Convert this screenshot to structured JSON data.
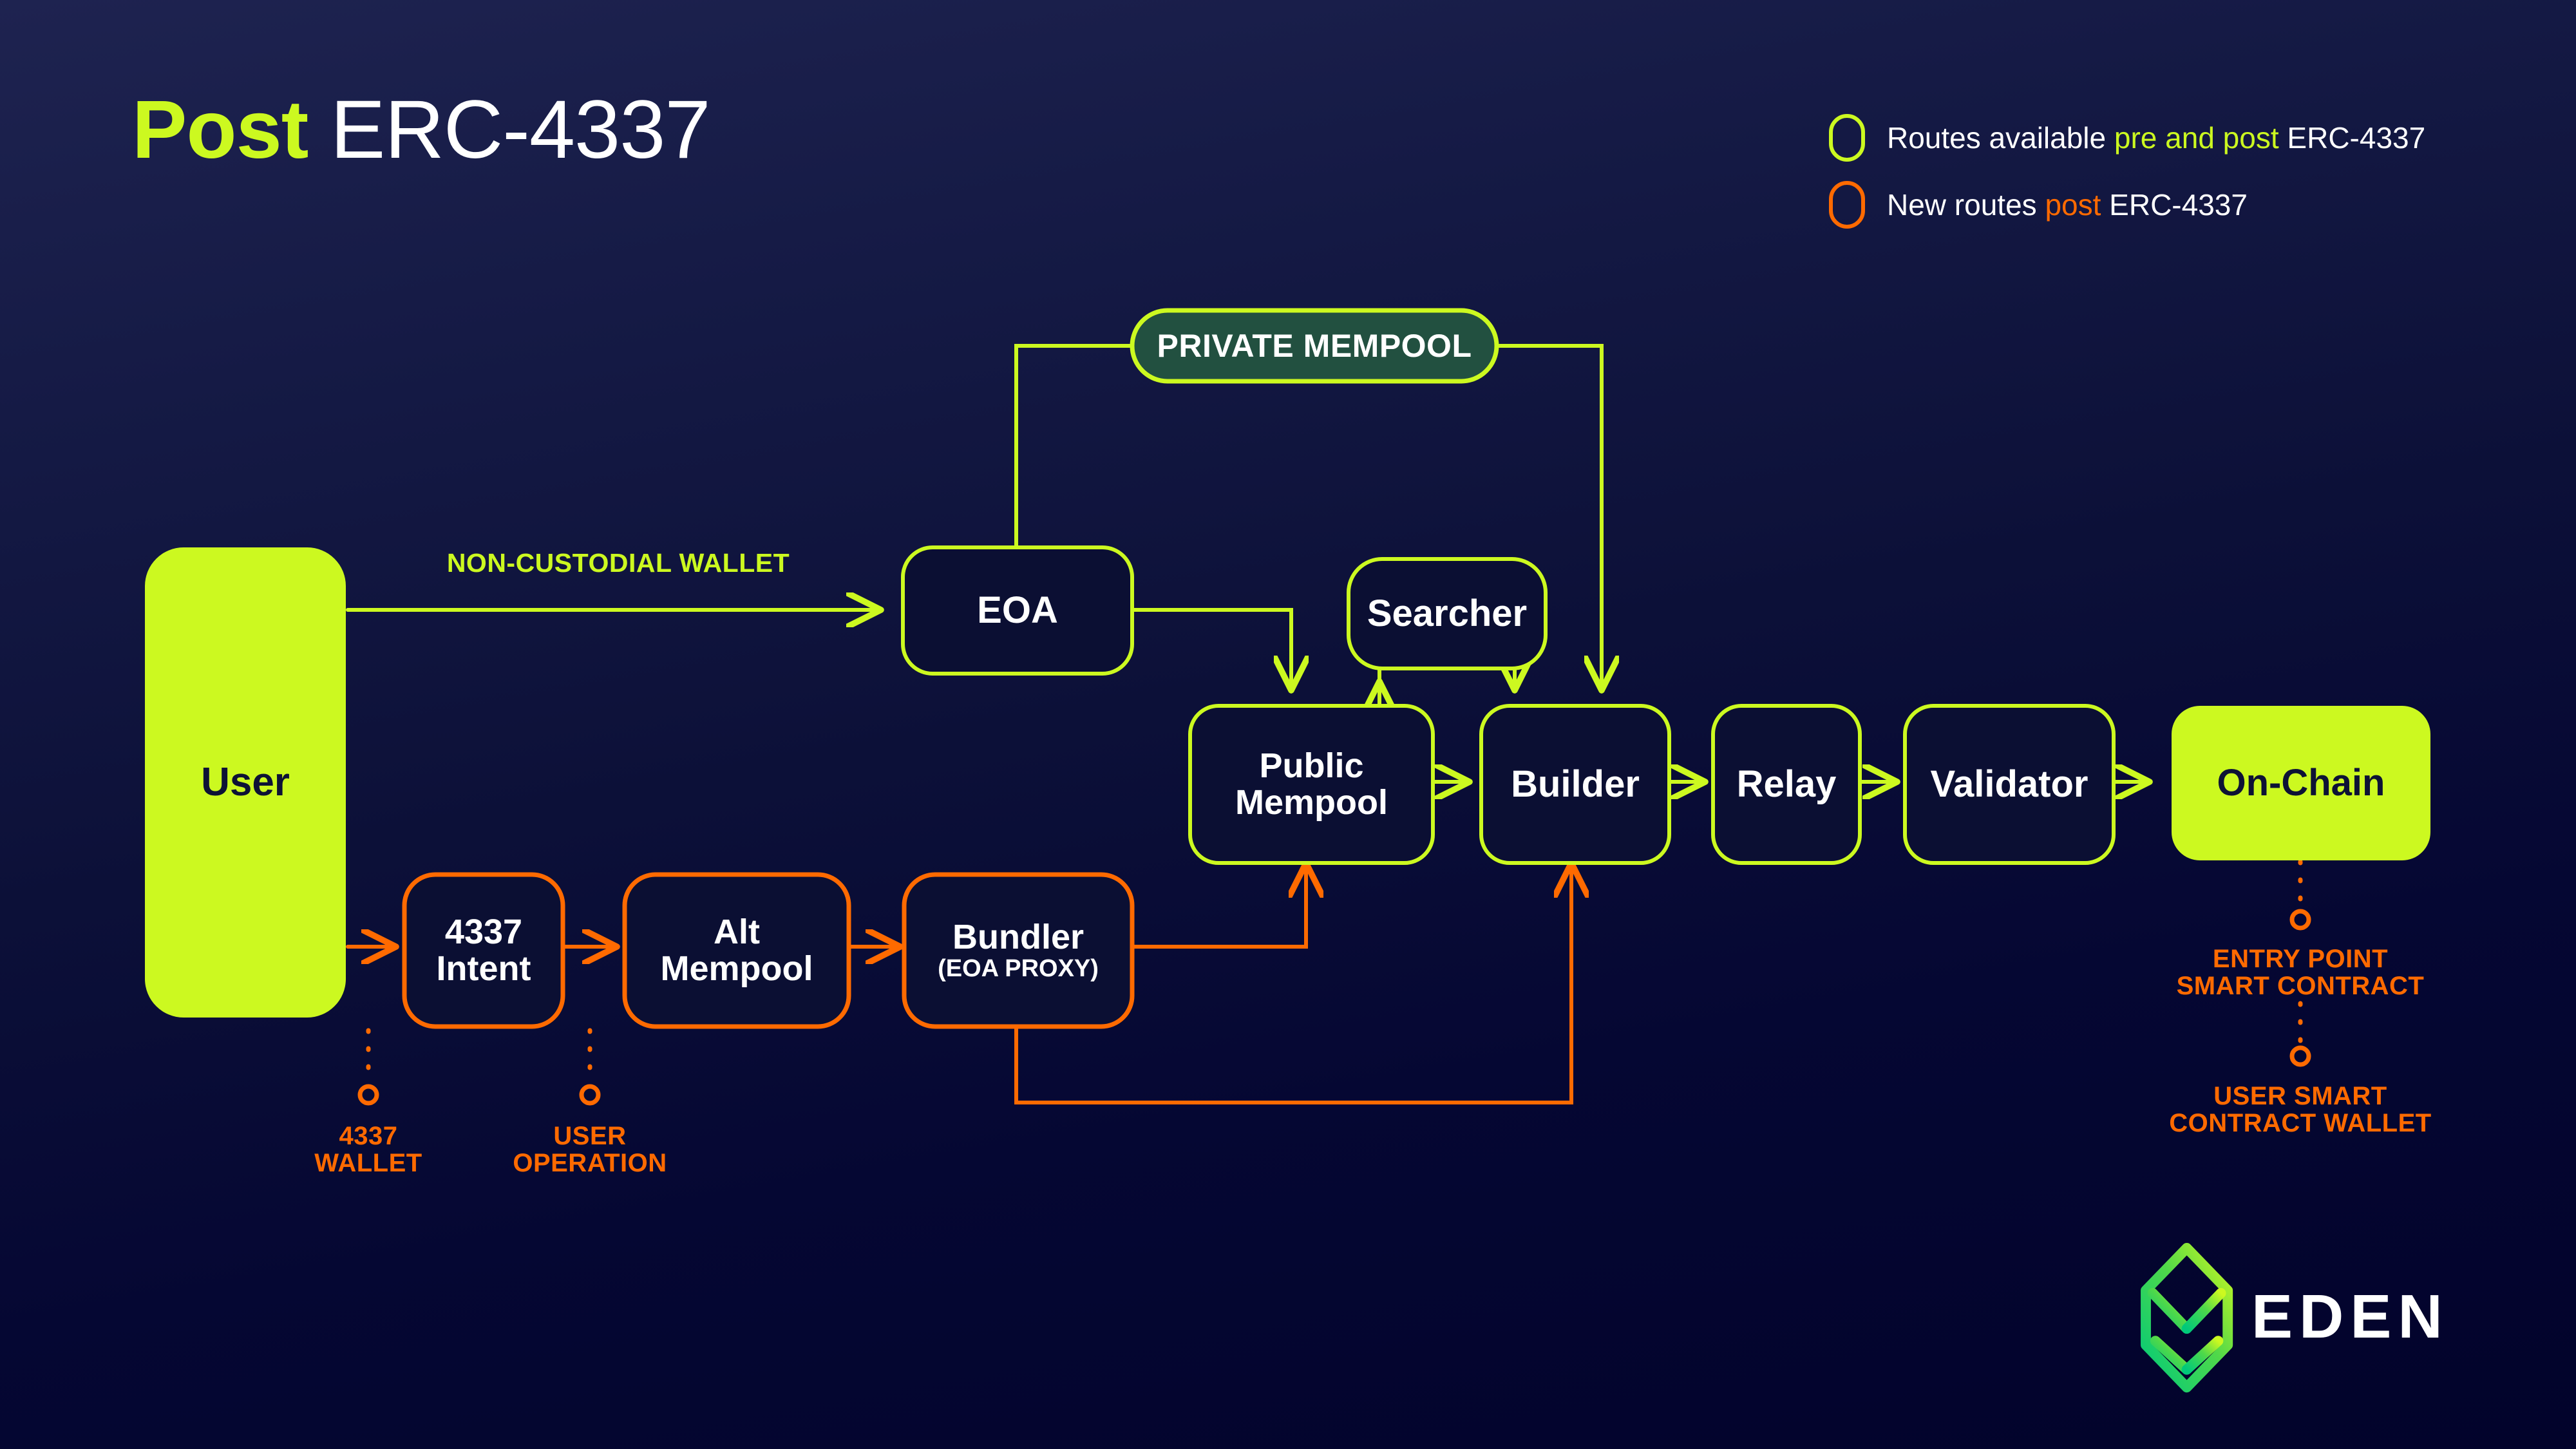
{
  "title": {
    "highlight": "Post",
    "rest": " ERC-4337"
  },
  "legend": {
    "items": [
      {
        "swatch_color": "#ccf920",
        "prefix": "Routes available ",
        "emphasis": "pre and post",
        "suffix": " ERC-4337",
        "emphasis_color": "#ccf920"
      },
      {
        "swatch_color": "#ff6a00",
        "prefix": "New routes ",
        "emphasis": "post",
        "suffix": " ERC-4337",
        "emphasis_color": "#ff6a00"
      }
    ]
  },
  "nodes": {
    "user": "User",
    "private_mempool": "PRIVATE MEMPOOL",
    "eoa": "EOA",
    "searcher": "Searcher",
    "public_mempool_line1": "Public",
    "public_mempool_line2": "Mempool",
    "builder": "Builder",
    "relay": "Relay",
    "validator": "Validator",
    "on_chain": "On-Chain",
    "intent_line1": "4337",
    "intent_line2": "Intent",
    "alt_mempool_line1": "Alt",
    "alt_mempool_line2": "Mempool",
    "bundler_line1": "Bundler",
    "bundler_line2": "(EOA PROXY)"
  },
  "edge_labels": {
    "non_custodial_wallet": "NON-CUSTODIAL WALLET"
  },
  "annotations": {
    "wallet_4337_line1": "4337",
    "wallet_4337_line2": "WALLET",
    "user_operation_line1": "USER",
    "user_operation_line2": "OPERATION",
    "entry_point_line1": "ENTRY POINT",
    "entry_point_line2": "SMART CONTRACT",
    "user_smart_line1": "USER SMART",
    "user_smart_line2": "CONTRACT WALLET"
  },
  "brand": {
    "name": "EDEN"
  },
  "colors": {
    "lime": "#ccf920",
    "orange": "#ff6a00",
    "navy_dark": "#0b0f33",
    "green_fill": "#225040",
    "white": "#ffffff"
  }
}
